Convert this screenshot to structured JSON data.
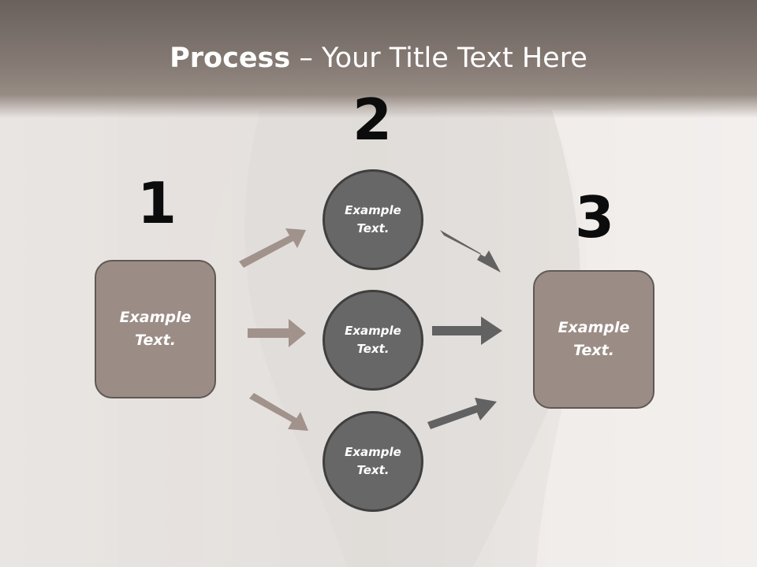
{
  "title": {
    "bold": "Process",
    "rest": " – Your Title Text Here"
  },
  "steps": [
    {
      "number": "1",
      "label": "Example Text."
    },
    {
      "number": "2",
      "labels": [
        "Example Text.",
        "Example Text.",
        "Example Text."
      ]
    },
    {
      "number": "3",
      "label": "Example Text."
    }
  ],
  "colors": {
    "title_band": "#857a74",
    "box_fill": "#9b8d86",
    "circle_fill": "#676767",
    "arrow_left": "#a1928b",
    "arrow_right": "#626262"
  }
}
